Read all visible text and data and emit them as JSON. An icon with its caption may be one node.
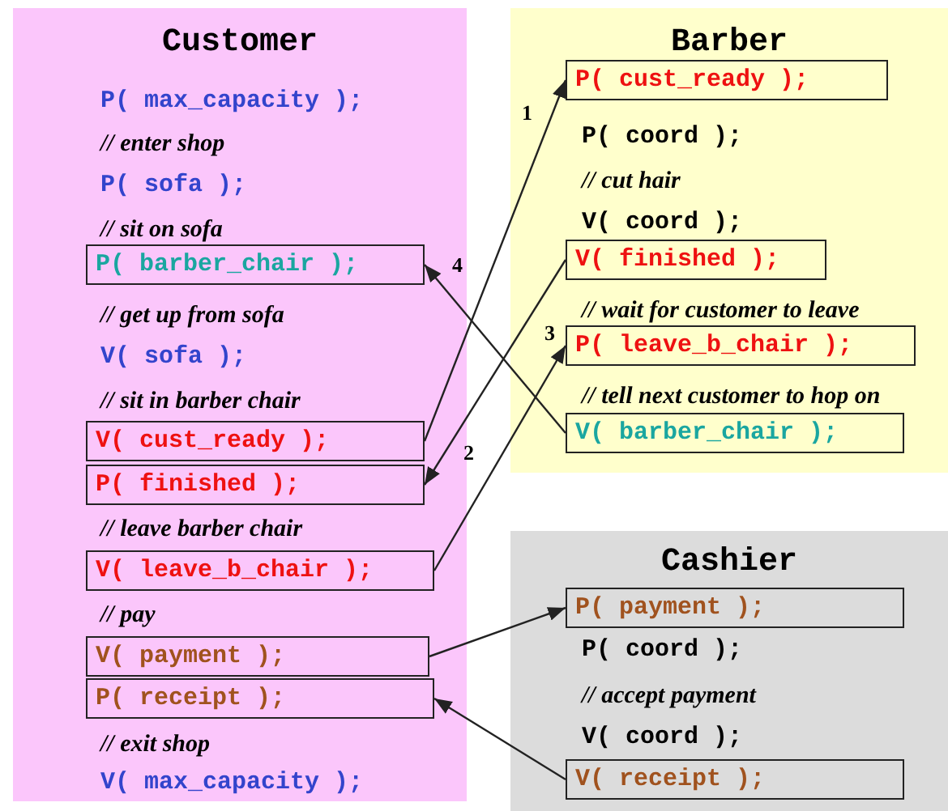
{
  "diagram": {
    "nodes": [
      {
        "text": [
          "Customer",
          "P( max_capacity );",
          "// enter shop",
          "P( sofa );",
          "// sit on sofa",
          "// get up from sofa",
          "V( sofa );",
          "// sit in barber chair",
          "// leave barber chair",
          "// pay",
          "// exit shop",
          "V( max_capacity );"
        ]
      },
      {
        "text": [
          "P( barber_chair );"
        ],
        "in": 0
      },
      {
        "text": [
          "V( cust_ready );"
        ],
        "in": 0
      },
      {
        "text": [
          "P( finished );"
        ],
        "in": 0
      },
      {
        "text": [
          "V( leave_b_chair );"
        ],
        "in": 0
      },
      {
        "text": [
          "V( payment );"
        ],
        "in": 0
      },
      {
        "text": [
          "P( receipt );"
        ],
        "in": 0
      },
      {
        "text": [
          "Barber",
          "P( coord );",
          "// cut hair",
          "V( coord );",
          "// wait for customer to leave",
          "// tell next customer to hop on"
        ]
      },
      {
        "text": [
          "P( cust_ready );"
        ],
        "in": 7
      },
      {
        "text": [
          "V( finished );"
        ],
        "in": 7
      },
      {
        "text": [
          "P( leave_b_chair );"
        ],
        "in": 7
      },
      {
        "text": [
          "V( barber_chair );"
        ],
        "in": 7
      },
      {
        "text": [
          "Cashier",
          "P( coord );",
          "// accept payment",
          "V( coord );"
        ]
      },
      {
        "text": [
          "P( payment );"
        ],
        "in": 12
      },
      {
        "text": [
          "V( receipt );"
        ],
        "in": 12
      }
    ],
    "edges": [
      {
        "from": 2,
        "to": 8,
        "arrow": "to",
        "label": "1"
      },
      {
        "from": 9,
        "to": 3,
        "arrow": "to",
        "label": "2"
      },
      {
        "from": 4,
        "to": 10,
        "arrow": "to",
        "label": "3"
      },
      {
        "from": 11,
        "to": 1,
        "arrow": "to",
        "label": "4"
      },
      {
        "from": 5,
        "to": 13,
        "arrow": "to"
      },
      {
        "from": 14,
        "to": 6,
        "arrow": "to"
      }
    ]
  }
}
